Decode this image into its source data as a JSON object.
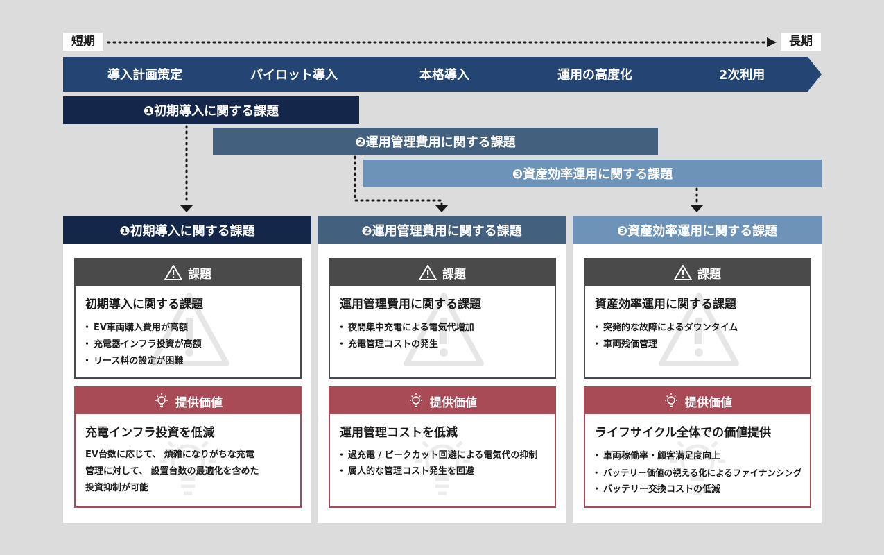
{
  "timeline": {
    "start": "短期",
    "end": "長期"
  },
  "phases": [
    "導入計画策定",
    "パイロット導入",
    "本格導入",
    "運用の高度化",
    "2次利用"
  ],
  "challenge_bars": [
    "❶初期導入に関する課題",
    "❷運用管理費用に関する課題",
    "❸資産効率運用に関する課題"
  ],
  "columns": [
    {
      "header": "❶初期導入に関する課題",
      "issue_label": "課題",
      "issue_title": "初期導入に関する課題",
      "issue_items": [
        "EV車両購入費用が高額",
        "充電器インフラ投資が高額",
        "リース料の設定が困難"
      ],
      "value_label": "提供価値",
      "value_title": "充電インフラ投資を低減",
      "value_text": [
        "EV台数に応じて、 煩雑になりがちな充電",
        "管理に対して、 設置台数の最適化を含めた",
        "投資抑制が可能"
      ]
    },
    {
      "header": "❷運用管理費用に関する課題",
      "issue_label": "課題",
      "issue_title": "運用管理費用に関する課題",
      "issue_items": [
        "夜間集中充電による電気代増加",
        "充電管理コストの発生"
      ],
      "value_label": "提供価値",
      "value_title": "運用管理コストを低減",
      "value_items": [
        "過充電 / ピークカット回避による電気代の抑制",
        "属人的な管理コスト発生を回避"
      ]
    },
    {
      "header": "❸資産効率運用に関する課題",
      "issue_label": "課題",
      "issue_title": "資産効率運用に関する課題",
      "issue_items": [
        "突発的な故障によるダウンタイム",
        "車両残価管理"
      ],
      "value_label": "提供価値",
      "value_title": "ライフサイクル全体での価値提供",
      "value_items": [
        "車両稼働率・顧客満足度向上",
        "バッテリー価値の視える化によるファイナンシング",
        "バッテリー交換コストの低減"
      ]
    }
  ],
  "colors": {
    "phase": "#244574",
    "challenge1": "#14264a",
    "challenge2": "#44607f",
    "challenge3": "#6e93b8",
    "issue": "#4a4a4a",
    "value": "#a94a57"
  },
  "icons": [
    "warning-icon",
    "lightbulb-icon",
    "arrow-down-icon"
  ]
}
